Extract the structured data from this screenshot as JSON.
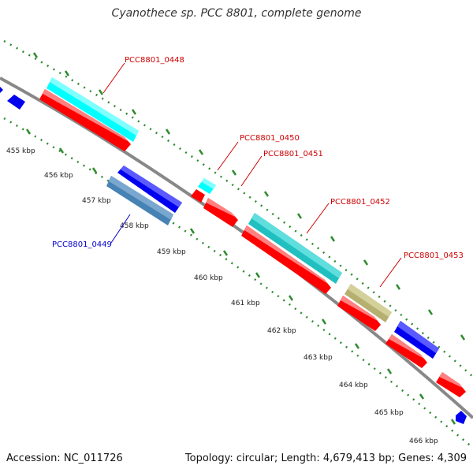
{
  "header": {
    "title": "Cyanothece sp. PCC 8801, complete genome"
  },
  "footer": {
    "accession": "Accession: NC_011726",
    "summary": "Topology: circular; Length: 4,679,413 bp; Genes: 4,309"
  },
  "colors": {
    "backbone": "#888888",
    "tick": "#2e8b2e",
    "label_red": "#cc0000",
    "label_blue": "#0000cc"
  },
  "scale": {
    "unit": "kbp",
    "ticks": [
      "455 kbp",
      "456 kbp",
      "457 kbp",
      "458 kbp",
      "459 kbp",
      "460 kbp",
      "461 kbp",
      "462 kbp",
      "463 kbp",
      "464 kbp",
      "465 kbp",
      "466 kbp"
    ]
  },
  "gene_labels": [
    {
      "text": "PCC8801_0448",
      "color": "#cc0000"
    },
    {
      "text": "PCC8801_0450",
      "color": "#cc0000"
    },
    {
      "text": "PCC8801_0451",
      "color": "#cc0000"
    },
    {
      "text": "PCC8801_0452",
      "color": "#cc0000"
    },
    {
      "text": "PCC8801_0453",
      "color": "#cc0000"
    },
    {
      "text": "PCC8801_0449",
      "color": "#0000cc"
    }
  ],
  "features": [
    {
      "id": "outer-cyan-0448",
      "color": "#00ffff",
      "track": "outer"
    },
    {
      "id": "inner-red-0448",
      "color": "#ff0000",
      "track": "inner"
    },
    {
      "id": "cyan-0450",
      "color": "#00ffff",
      "track": "outer"
    },
    {
      "id": "red-0450",
      "color": "#ff0000",
      "track": "inner"
    },
    {
      "id": "red-0451",
      "color": "#ff0000",
      "track": "inner"
    },
    {
      "id": "teal-0452",
      "color": "#20c0c0",
      "track": "outer"
    },
    {
      "id": "red-0452",
      "color": "#ff0000",
      "track": "inner"
    },
    {
      "id": "khaki-0453",
      "color": "#b5b070",
      "track": "outer"
    },
    {
      "id": "red-0453",
      "color": "#ff0000",
      "track": "inner"
    },
    {
      "id": "blue-outer-right",
      "color": "#0000ee",
      "track": "outer"
    },
    {
      "id": "red-right",
      "color": "#ff0000",
      "track": "inner"
    },
    {
      "id": "red-far-right",
      "color": "#ff0000",
      "track": "inner"
    },
    {
      "id": "blue-0449",
      "color": "#0000ee",
      "track": "reverse"
    },
    {
      "id": "steel-0449",
      "color": "#4682b4",
      "track": "reverse"
    },
    {
      "id": "blue-small-left",
      "color": "#0000ee",
      "track": "reverse"
    },
    {
      "id": "blue-tiny-edge",
      "color": "#0000ee",
      "track": "reverse"
    },
    {
      "id": "blue-tiny-bottom",
      "color": "#0000ee",
      "track": "reverse"
    }
  ]
}
